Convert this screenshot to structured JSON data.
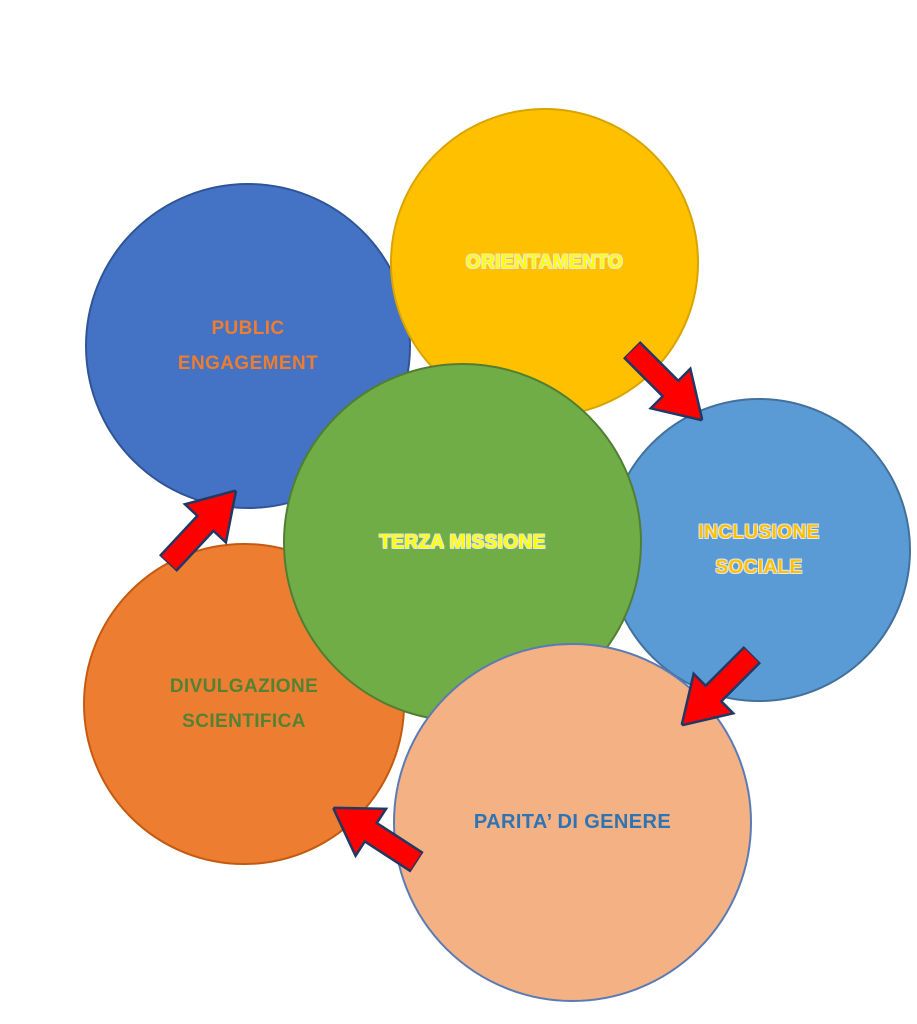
{
  "diagram": {
    "circles": {
      "orientamento": {
        "label": "ORIENTAMENTO",
        "fill": "#FFC000",
        "text_color": "#FFFF00"
      },
      "public_engagement": {
        "line1": "PUBLIC",
        "line2": "ENGAGEMENT",
        "fill": "#4472C4",
        "text_color": "#ED7D31"
      },
      "terza_missione": {
        "label": "TERZA MISSIONE",
        "fill": "#70AD47",
        "text_color": "#FFFF00"
      },
      "inclusione_sociale": {
        "line1": "INCLUSIONE",
        "line2": "SOCIALE",
        "fill": "#5B9BD5",
        "text_color": "#FFC000"
      },
      "divulgazione_scientifica": {
        "line1": "DIVULGAZIONE",
        "line2": "SCIENTIFICA",
        "fill": "#ED7D31",
        "text_color": "#548235"
      },
      "parita_di_genere": {
        "label": "PARITA’ DI GENERE",
        "fill": "#F4B183",
        "text_color": "#2E74B5"
      }
    },
    "arrows": {
      "fill": "#FF0000",
      "outline": "#203864"
    }
  }
}
